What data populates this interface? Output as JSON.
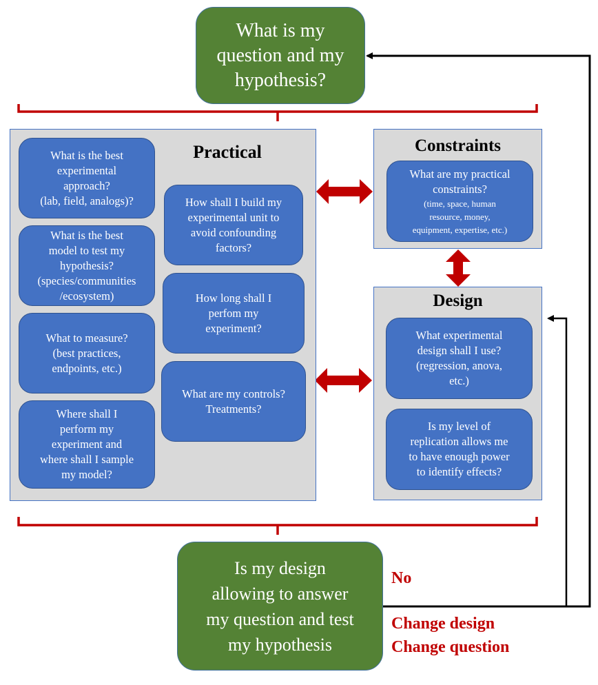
{
  "top_question": "What is my\nquestion and my\nhypothesis?",
  "practical": {
    "title": "Practical",
    "left_items": [
      "What is the best\nexperimental\napproach?\n(lab, field, analogs)?",
      "What is the best\nmodel to test my\nhypothesis?\n(species/communities\n/ecosystem)",
      "What to measure?\n(best practices,\nendpoints, etc.)",
      "Where shall I\nperform my\nexperiment and\nwhere shall I sample\nmy model?"
    ],
    "right_items": [
      "How shall I build my\nexperimental unit to\navoid confounding\nfactors?",
      "How long shall I\nperfom my\nexperiment?",
      "What are my controls?\nTreatments?"
    ]
  },
  "constraints": {
    "title": "Constraints",
    "item_main": "What are my practical\nconstraints?",
    "item_detail": "(time, space, human\nresource, money,\nequipment, expertise, etc.)"
  },
  "design": {
    "title": "Design",
    "items": [
      "What experimental\ndesign shall I use?\n(regression, anova,\netc.)",
      "Is my level  of\nreplication allows me\nto have enough power\nto identify effects?"
    ]
  },
  "bottom_question": "Is my design\nallowing to answer\nmy question and test\nmy hypothesis",
  "feedback": {
    "no_label": "No",
    "options": [
      "Change design",
      "Change question"
    ]
  },
  "colors": {
    "green_box": "#548235",
    "blue_box": "#4472c4",
    "panel": "#d9d9d9",
    "panel_border": "#4472c4",
    "red_accent": "#c00000",
    "arrow_line": "#000000"
  }
}
